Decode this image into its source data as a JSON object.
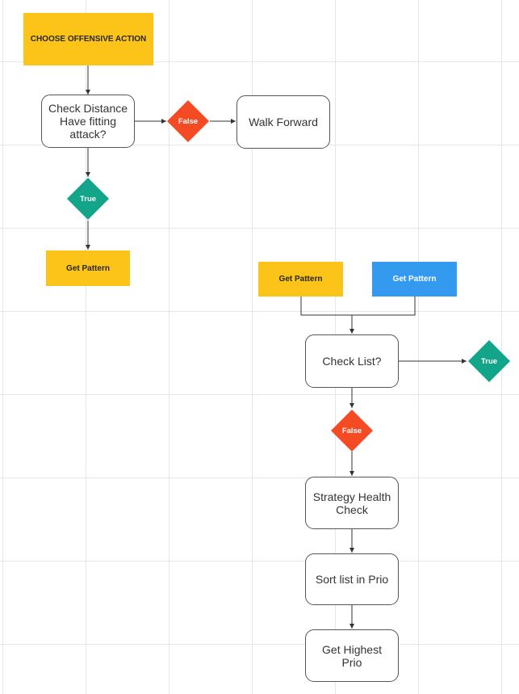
{
  "colors": {
    "yellow": "#fcc419",
    "blue": "#339af0",
    "true_green": "#12a58a",
    "false_red": "#f44b25",
    "edge": "#333333"
  },
  "nodes": {
    "choose_action": "CHOOSE OFFENSIVE ACTION",
    "check_distance": "Check Distance Have fitting attack?",
    "false_1": "False",
    "walk_forward": "Walk Forward",
    "true_1": "True",
    "get_pattern_1": "Get Pattern",
    "get_pattern_2": "Get Pattern",
    "get_pattern_3": "Get Pattern",
    "check_list": "Check List?",
    "true_2": "True",
    "false_2": "False",
    "strategy_health": "Strategy Health Check",
    "sort_list": "Sort list in Prio",
    "get_highest": "Get Highest Prio"
  }
}
